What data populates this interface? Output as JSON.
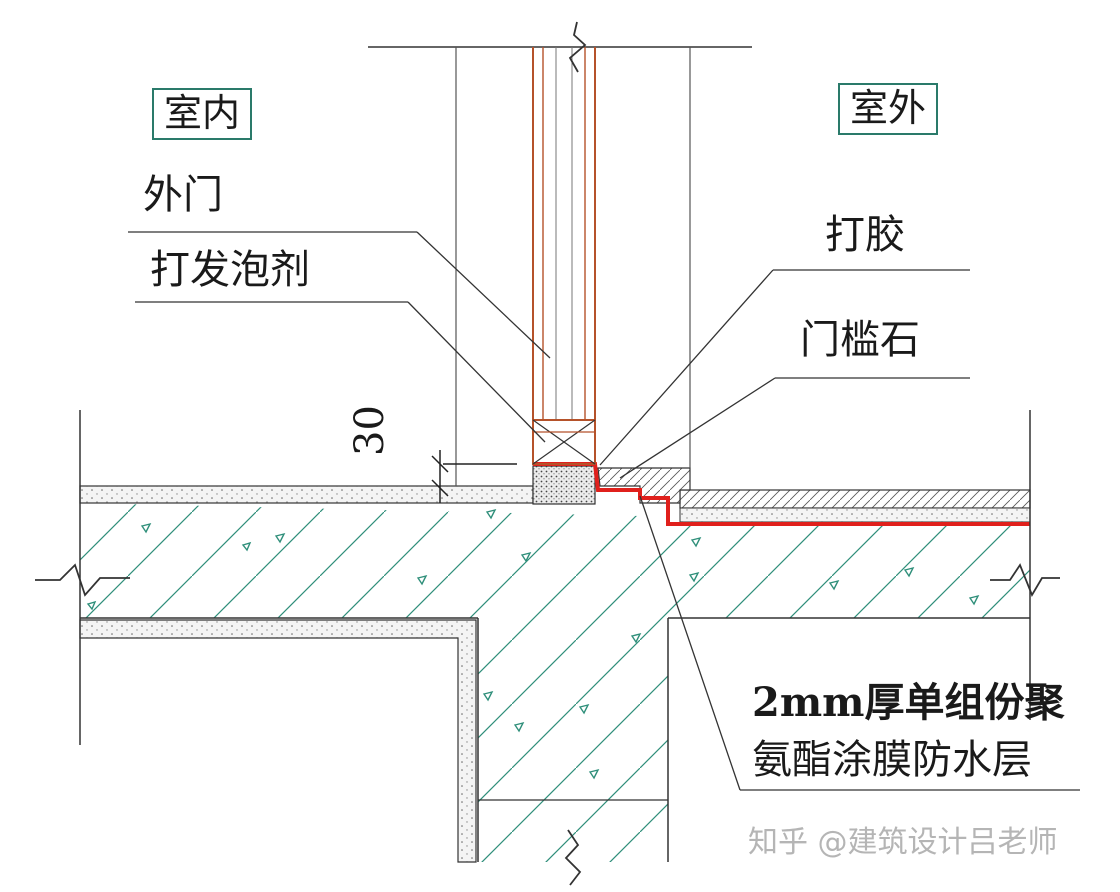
{
  "labels": {
    "indoor": "室内",
    "outdoor": "室外",
    "outer_door": "外门",
    "foam": "打发泡剂",
    "sealant": "打胶",
    "threshold": "门槛石",
    "dimension": "30",
    "waterproof_line1": "2mm厚单组份聚",
    "waterproof_line2": "氨酯涂膜防水层"
  },
  "watermark": "知乎 @建筑设计吕老师",
  "colors": {
    "line": "#333333",
    "door_frame": "#b5522a",
    "waterproof": "#e0201c",
    "box_border": "#2a7a6a",
    "hatch": "#2f8f7a"
  }
}
